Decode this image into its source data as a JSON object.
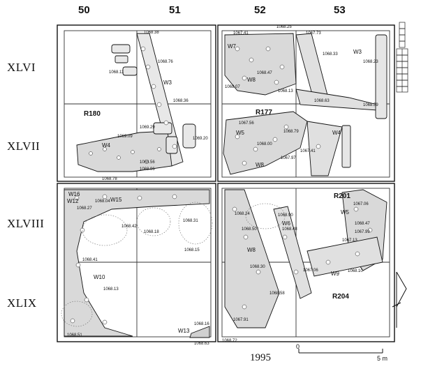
{
  "columns": [
    "50",
    "51",
    "52",
    "53"
  ],
  "rows": [
    "XLVI",
    "XLVII",
    "XLVIII",
    "XLIX"
  ],
  "rooms": [
    "R180",
    "R177",
    "R201",
    "R204"
  ],
  "walls": [
    "W3",
    "W4",
    "W5",
    "W6",
    "W7",
    "W8",
    "W9",
    "W10",
    "W12",
    "W13",
    "W15",
    "W16"
  ],
  "elevations": [
    "1068.38",
    "1068.76",
    "1068.11",
    "1068.36",
    "1069.29",
    "1069.09",
    "1069.20",
    "1068.56",
    "1068.96",
    "1068.78",
    "1067.41",
    "1068.25",
    "1067.73",
    "1068.33",
    "1068.23",
    "1068.47",
    "1068.07",
    "1068.13",
    "1068.63",
    "1068.59",
    "1067.56",
    "1068.79",
    "1068.00",
    "1067.41",
    "1067.97",
    "1068.27",
    "1068.04",
    "1068.42",
    "1068.18",
    "1068.31",
    "1068.15",
    "1068.41",
    "1068.13",
    "1068.51",
    "1068.24",
    "1068.90",
    "1068.50",
    "1068.48",
    "1067.06",
    "1068.47",
    "1067.99",
    "1067.13",
    "1068.30",
    "1067.06",
    "1068.10",
    "1068.58",
    "1067.91",
    "1068.72",
    "1068.16",
    "1068.63"
  ],
  "year": "1995",
  "scale": {
    "start": "0",
    "end": "5 m"
  }
}
